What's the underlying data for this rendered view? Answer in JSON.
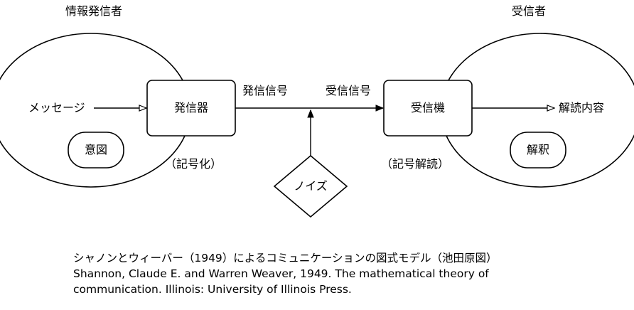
{
  "sender": {
    "title": "情報発信者",
    "input_label": "メッセージ",
    "device": "発信器",
    "inner": "意図",
    "process": "（記号化）"
  },
  "channel": {
    "sent_signal": "発信信号",
    "received_signal": "受信信号",
    "noise": "ノイズ"
  },
  "receiver": {
    "title": "受信者",
    "device": "受信機",
    "inner": "解釈",
    "process": "（記号解読）",
    "output_label": "解読内容"
  },
  "caption": {
    "line1": "シャノンとウィーバー（1949）によるコミュニケーションの図式モデル（池田原図）",
    "line2": "Shannon, Claude E.  and Warren Weaver, 1949. The mathematical theory of",
    "line3": "communication. Illinois: University of Illinois Press."
  },
  "colors": {
    "line": "#000000",
    "background": "#ffffff"
  }
}
